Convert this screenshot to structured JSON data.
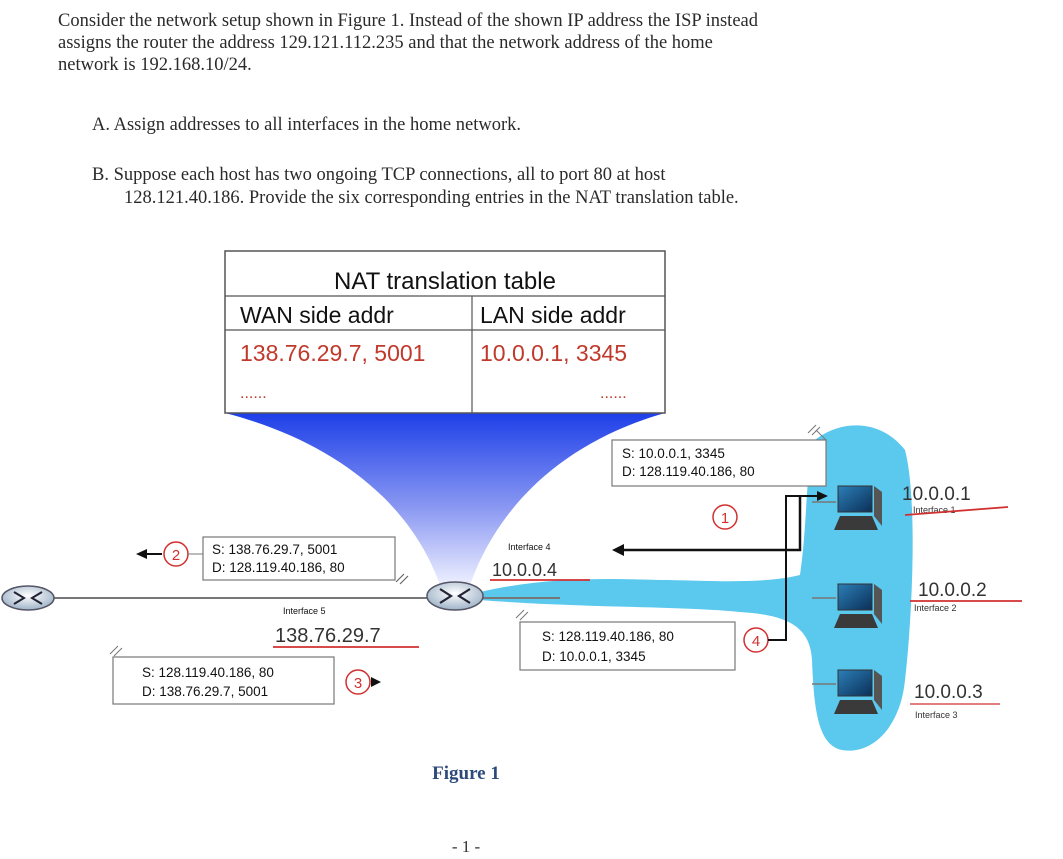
{
  "question": {
    "intro_lines": [
      "Consider the network setup shown in Figure 1. Instead of the shown IP address the ISP instead",
      "assigns the router the address 129.121.112.235 and that the network address of the home",
      "network is 192.168.10/24."
    ],
    "part_a": "A.  Assign addresses to all interfaces in the home network.",
    "part_b_line1": "B.   Suppose each host has two ongoing TCP connections, all to port 80 at host",
    "part_b_line2": "128.121.40.186. Provide the six corresponding entries in the NAT translation table."
  },
  "nat_table": {
    "title": "NAT translation table",
    "col_wan": "WAN side addr",
    "col_lan": "LAN side addr",
    "row_wan": "138.76.29.7, 5001",
    "row_lan": "10.0.0.1, 3345",
    "ellipsis_wan": "......",
    "ellipsis_lan": "......"
  },
  "packets": {
    "p1_src": "S: 10.0.0.1, 3345",
    "p1_dst": "D: 128.119.40.186, 80",
    "p2_src": "S: 138.76.29.7, 5001",
    "p2_dst": "D: 128.119.40.186, 80",
    "p3_src": "S: 128.119.40.186, 80",
    "p3_dst": "D: 138.76.29.7, 5001",
    "p4_src": "S: 128.119.40.186, 80",
    "p4_dst": "D: 10.0.0.1, 3345"
  },
  "steps": {
    "s1": "1",
    "s2": "2",
    "s3": "3",
    "s4": "4"
  },
  "interfaces": {
    "if4_label": "Interface 4",
    "if4_addr": "10.0.0.4",
    "if5_label": "Interface 5",
    "if5_addr": "138.76.29.7",
    "h1_addr": "10.0.0.1",
    "h1_label": "Interface 1",
    "h2_addr": "10.0.0.2",
    "h2_label": "Interface 2",
    "h3_addr": "10.0.0.3",
    "h3_label": "Interface 3"
  },
  "figure_caption": "Figure 1",
  "page_number": "- 1 -",
  "colors": {
    "lan_blob": "#5bc8ee",
    "cone_top": "#1d3fe8",
    "nat_row_text": "#c0392b",
    "underline": "#d23030"
  }
}
